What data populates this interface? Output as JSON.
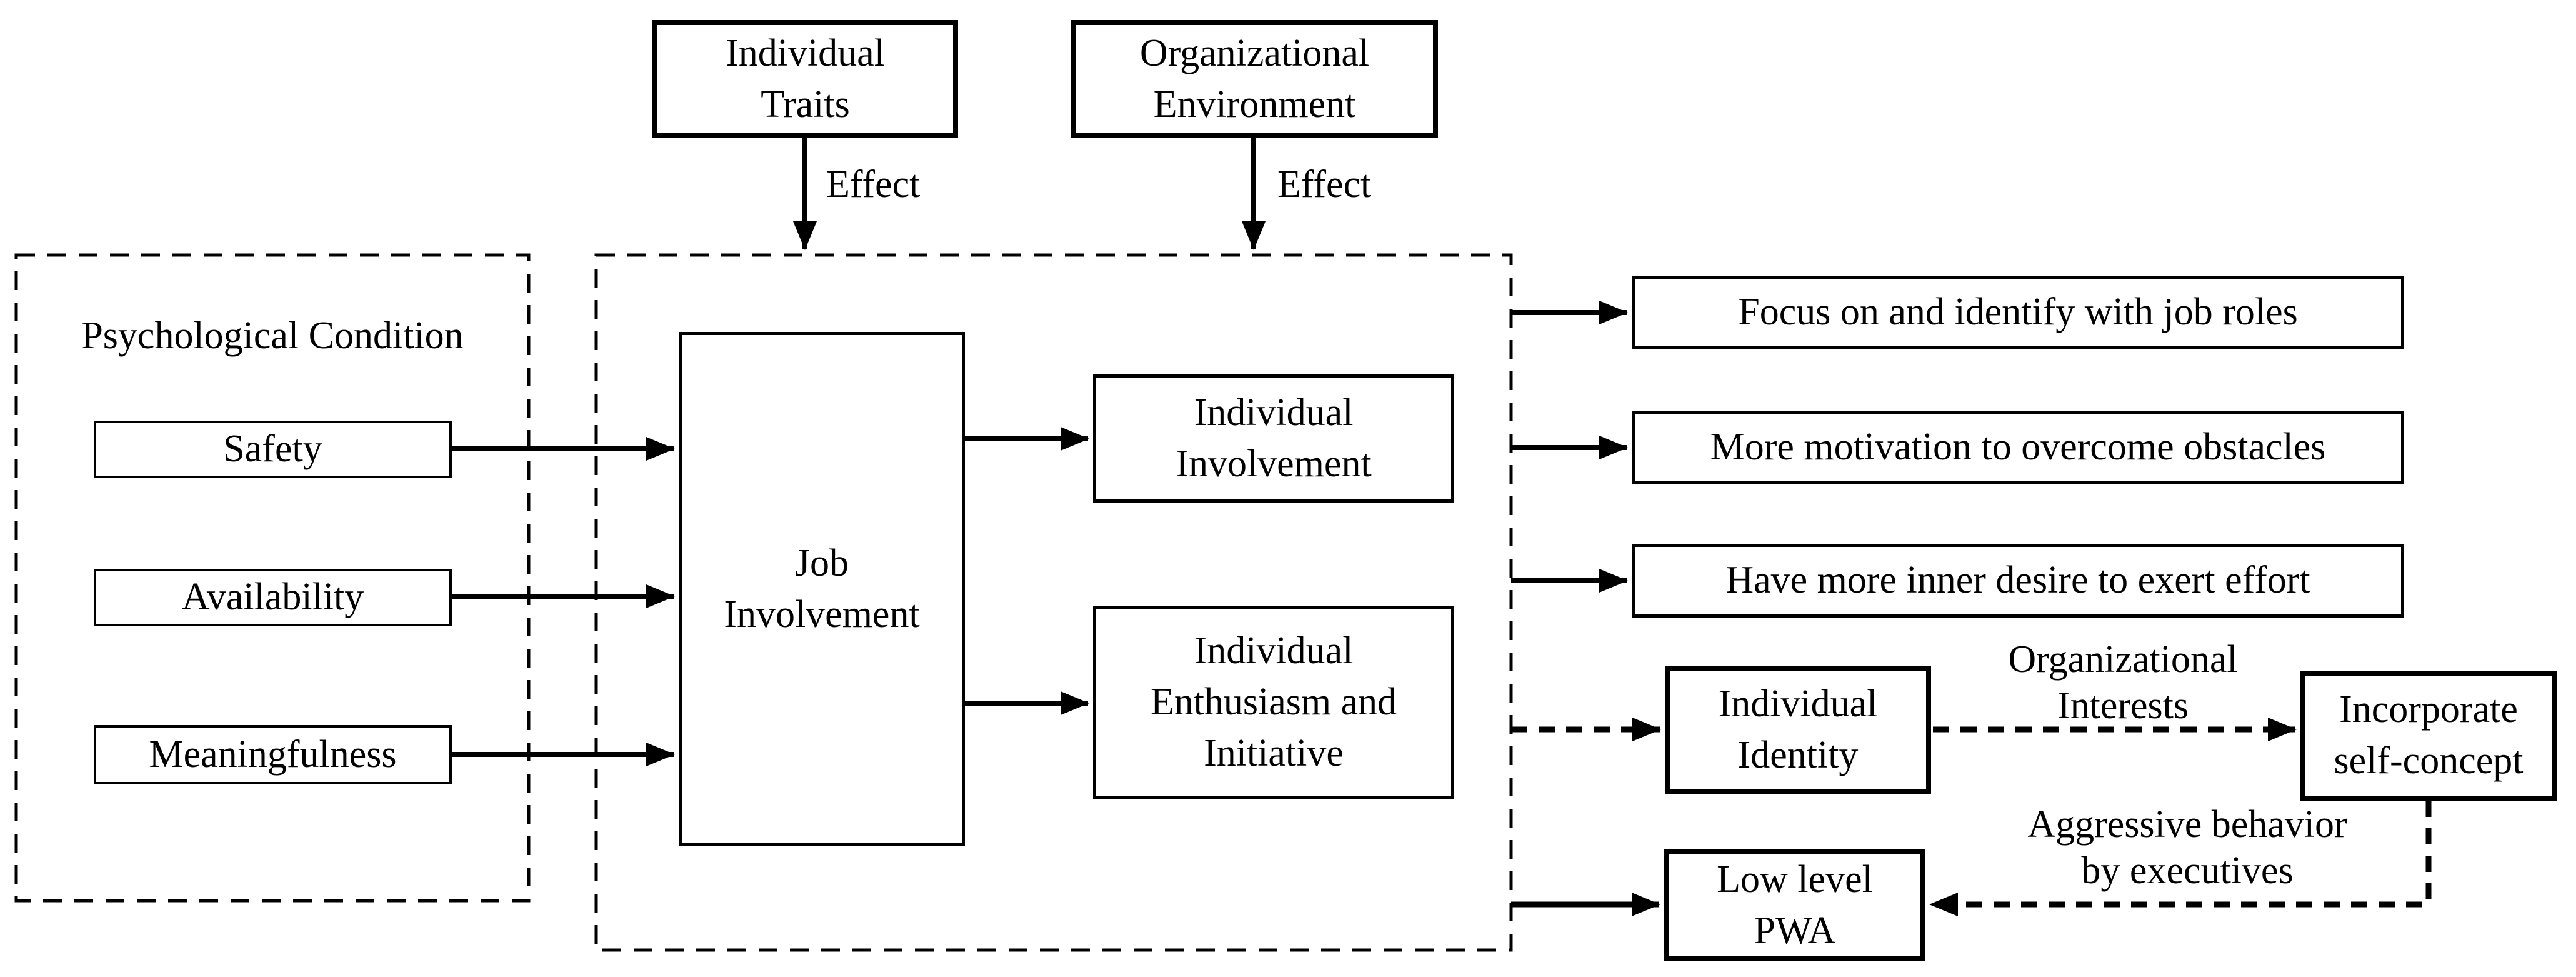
{
  "colors": {
    "line": "#000000",
    "background": "#ffffff"
  },
  "containers": {
    "psychological_condition": {
      "title": "Psychological Condition"
    },
    "job_involvement_environment": {
      "title": ""
    }
  },
  "boxes": {
    "individual_traits": {
      "label": [
        "Individual",
        "Traits"
      ]
    },
    "organizational_environment": {
      "label": [
        "Organizational",
        "Environment"
      ]
    },
    "safety": {
      "label": "Safety"
    },
    "availability": {
      "label": "Availability"
    },
    "meaningfulness": {
      "label": "Meaningfulness"
    },
    "job_involvement": {
      "label": [
        "Job",
        "Involvement"
      ]
    },
    "individual_involvement": {
      "label": [
        "Individual",
        "Involvement"
      ]
    },
    "individual_enthusiasm": {
      "label": [
        "Individual",
        "Enthusiasm and",
        "Initiative"
      ]
    },
    "focus_roles": {
      "label": "Focus on and identify with job roles"
    },
    "more_motivation": {
      "label": "More motivation to overcome obstacles"
    },
    "inner_desire": {
      "label": "Have more inner desire to exert effort"
    },
    "individual_identity": {
      "label": [
        "Individual",
        "Identity"
      ]
    },
    "incorporate_self_concept": {
      "label": [
        "Incorporate",
        "self-concept"
      ]
    },
    "low_level_pwa": {
      "label": [
        "Low level",
        "PWA"
      ]
    }
  },
  "labels": {
    "effect_left": "Effect",
    "effect_right": "Effect",
    "organizational_interests": [
      "Organizational",
      "Interests"
    ],
    "aggressive_behavior": [
      "Aggressive behavior",
      "by executives"
    ]
  },
  "arrows": {
    "solid": [
      "individual-traits-to-environment-box",
      "organizational-environment-to-environment-box",
      "safety-to-job-involvement",
      "availability-to-job-involvement",
      "meaningfulness-to-job-involvement",
      "job-involvement-to-individual-involvement",
      "job-involvement-to-individual-enthusiasm",
      "environment-box-to-focus-roles",
      "environment-box-to-more-motivation",
      "environment-box-to-inner-desire",
      "environment-box-to-low-level-pwa"
    ],
    "dashed": [
      "environment-box-to-individual-identity",
      "individual-identity-to-incorporate-self-concept",
      "incorporate-self-concept-to-low-level-pwa"
    ]
  }
}
